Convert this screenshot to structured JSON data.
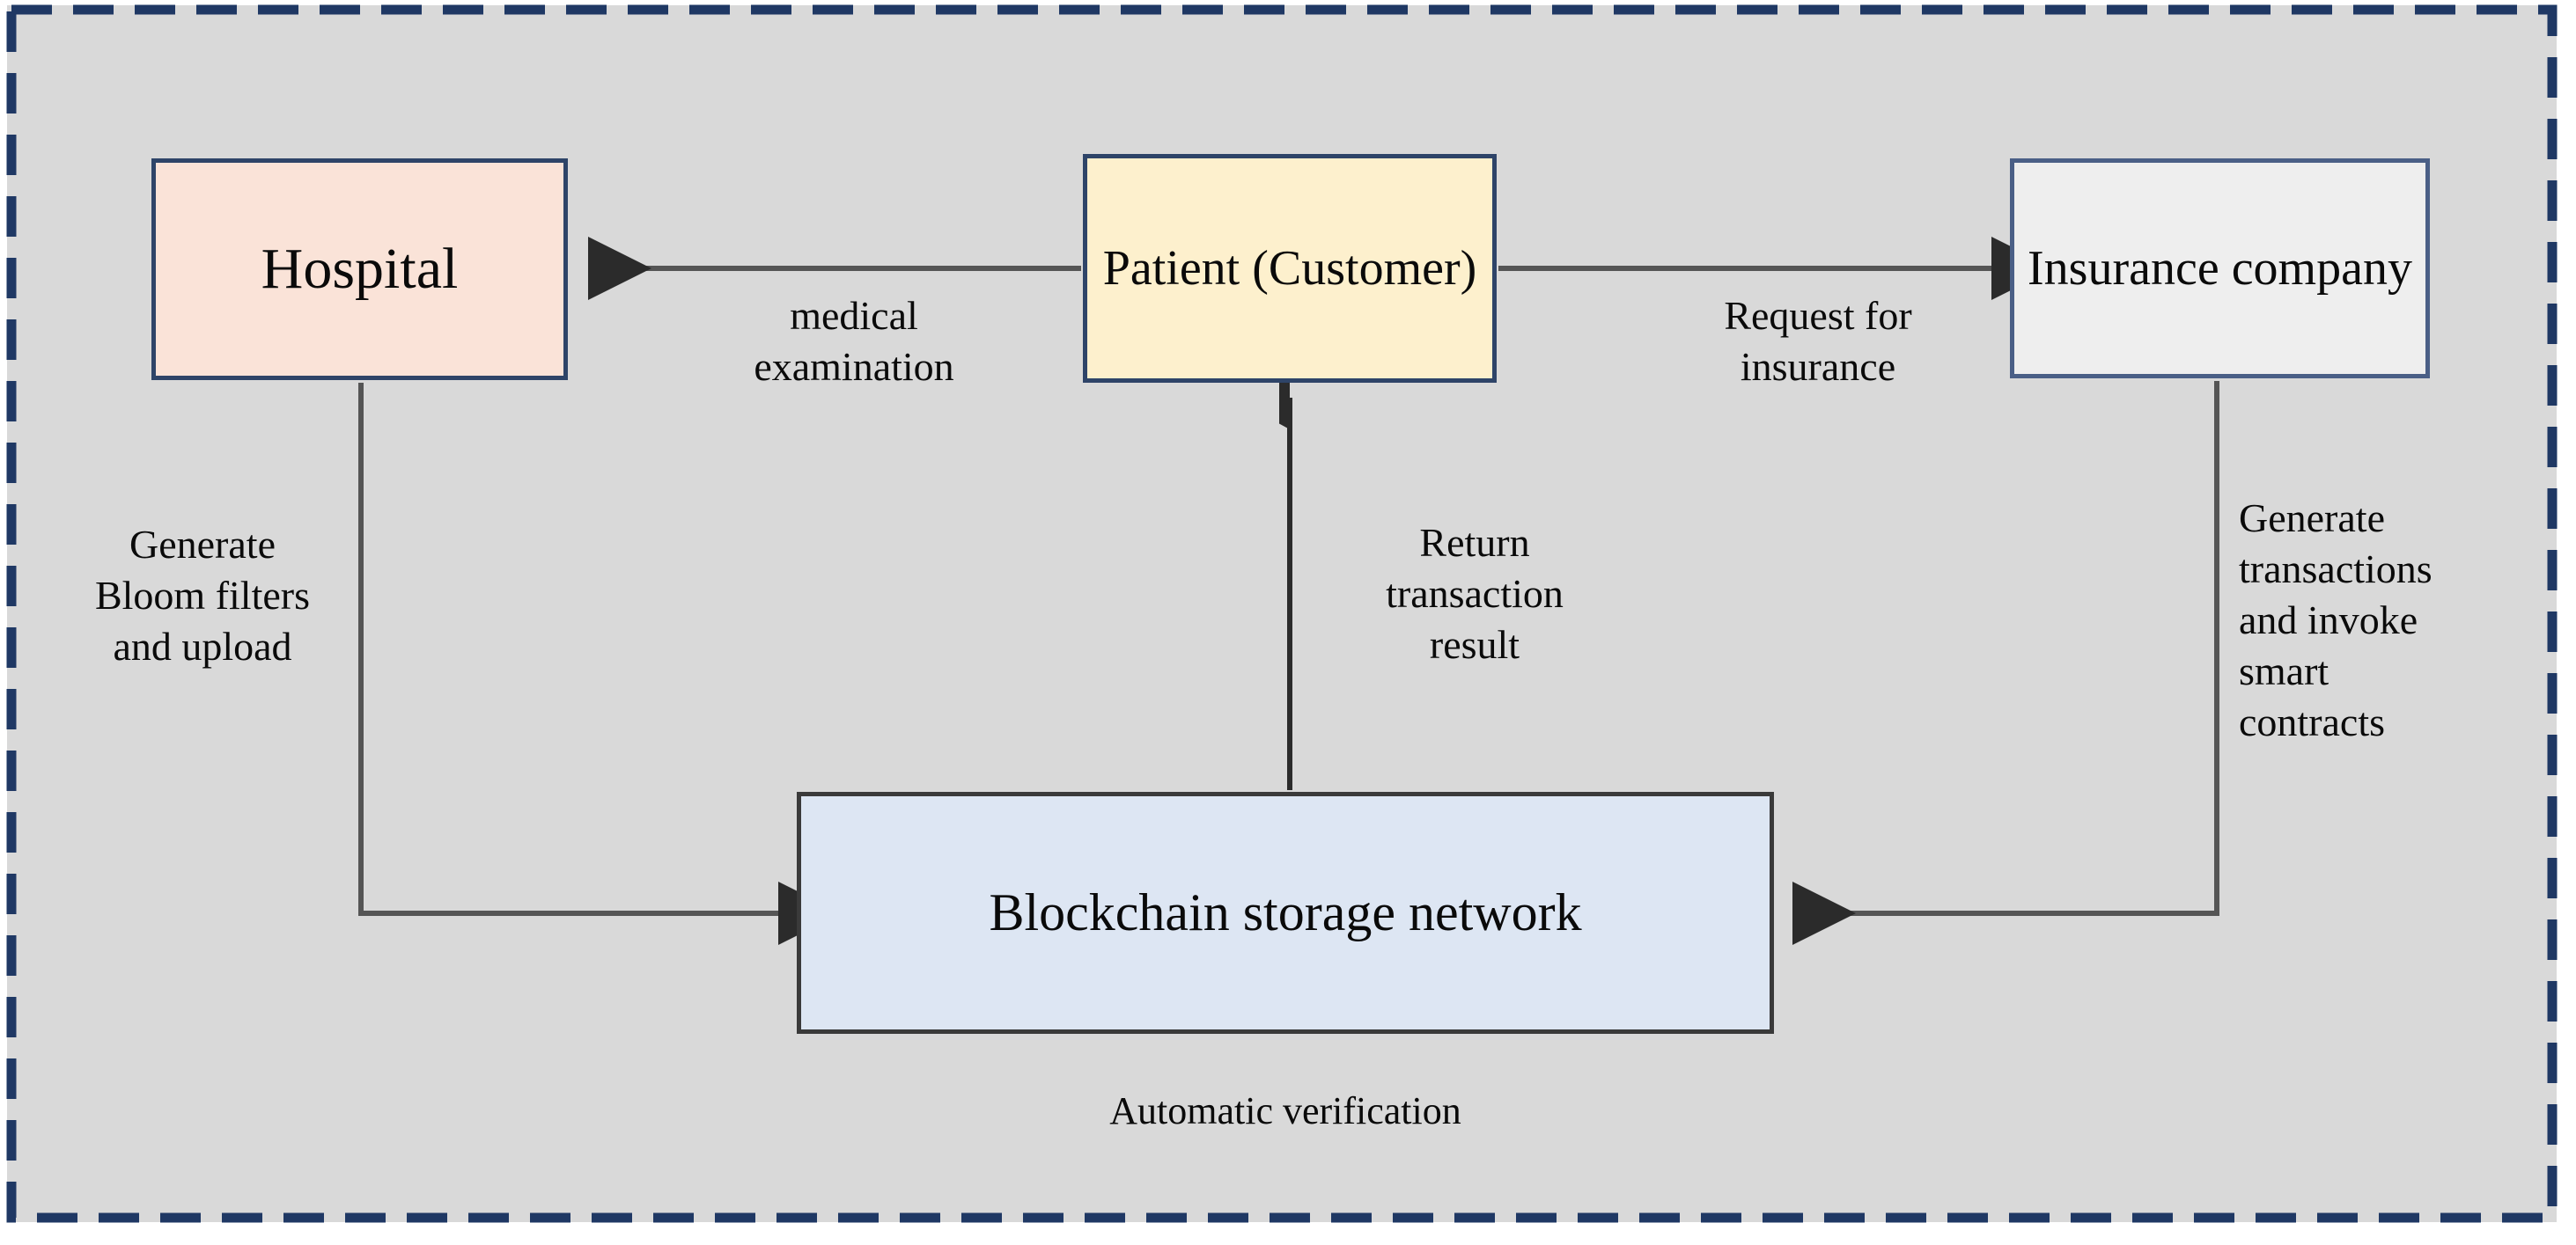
{
  "diagram": {
    "title": "Blockchain-based medical insurance claim workflow",
    "background_color": "#d9d9d9",
    "frame": {
      "style": "dashed",
      "color": "#1f3864"
    },
    "nodes": [
      {
        "id": "hospital",
        "label": "Hospital",
        "fill": "#fae3d8",
        "border": "#2e4468"
      },
      {
        "id": "patient",
        "label": "Patient\n(Customer)",
        "fill": "#fdf0cd",
        "border": "#2e4468"
      },
      {
        "id": "insurance",
        "label": "Insurance\ncompany",
        "fill": "#eeeeee",
        "border": "#4a5f86"
      },
      {
        "id": "blockchain",
        "label": "Blockchain storage network",
        "fill": "#dde6f3",
        "border": "#3a3a3a"
      }
    ],
    "edges": [
      {
        "id": "patient-to-hospital",
        "from": "patient",
        "to": "hospital",
        "label": "medical\nexamination"
      },
      {
        "id": "patient-to-insurance",
        "from": "patient",
        "to": "insurance",
        "label": "Request  for\ninsurance"
      },
      {
        "id": "hospital-to-blockchain",
        "from": "hospital",
        "to": "blockchain",
        "label": "Generate\nBloom filters\nand upload"
      },
      {
        "id": "blockchain-to-patient",
        "from": "blockchain",
        "to": "patient",
        "label": "Return\ntransaction\nresult"
      },
      {
        "id": "insurance-to-blockchain",
        "from": "insurance",
        "to": "blockchain",
        "label": "Generate\ntransactions\nand invoke\nsmart\ncontracts"
      }
    ],
    "notes": [
      {
        "id": "automatic-verification",
        "label": "Automatic  verification"
      }
    ]
  }
}
